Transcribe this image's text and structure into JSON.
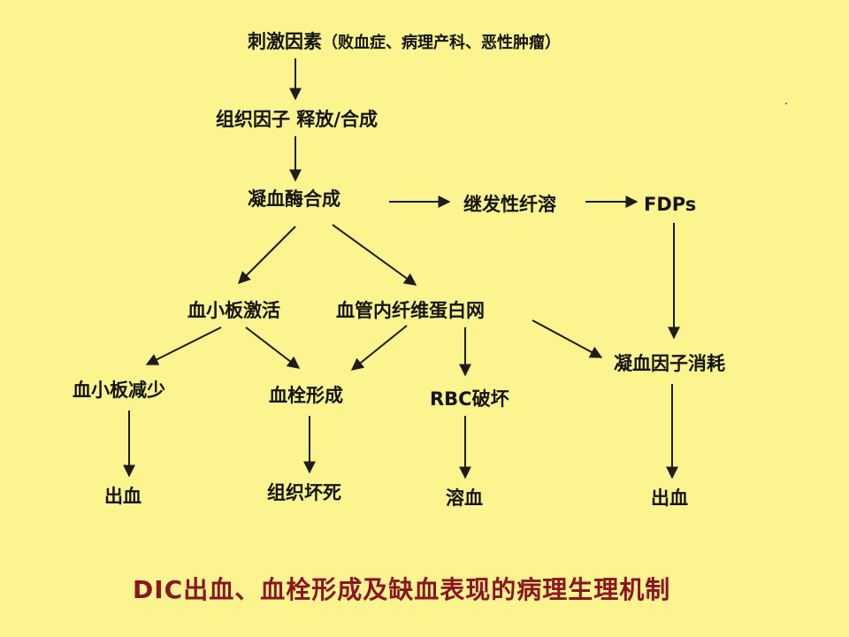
{
  "diagram": {
    "nodes": {
      "stimulus": "刺激因素",
      "stimulus_detail": "（败血症、病理产科、恶性肿瘤）",
      "tissue_factor": "组织因子 释放/合成",
      "thrombin": "凝血酶合成",
      "fibrinolysis": "继发性纤溶",
      "fdps": "FDPs",
      "platelet_activation": "血小板激活",
      "fibrin_network": "血管内纤维蛋白网",
      "factor_consumption": "凝血因子消耗",
      "thrombocytopenia": "血小板减少",
      "thrombosis": "血栓形成",
      "rbc_damage": "RBC破坏",
      "bleeding_left": "出血",
      "necrosis": "组织坏死",
      "hemolysis": "溶血",
      "bleeding_right": "出血"
    },
    "edges": [
      [
        "stimulus",
        "tissue_factor"
      ],
      [
        "tissue_factor",
        "thrombin"
      ],
      [
        "thrombin",
        "fibrinolysis"
      ],
      [
        "fibrinolysis",
        "fdps"
      ],
      [
        "fdps",
        "factor_consumption"
      ],
      [
        "thrombin",
        "platelet_activation"
      ],
      [
        "thrombin",
        "fibrin_network"
      ],
      [
        "platelet_activation",
        "thrombocytopenia"
      ],
      [
        "platelet_activation",
        "thrombosis"
      ],
      [
        "fibrin_network",
        "thrombosis"
      ],
      [
        "fibrin_network",
        "rbc_damage"
      ],
      [
        "fibrin_network",
        "factor_consumption"
      ],
      [
        "thrombocytopenia",
        "bleeding_left"
      ],
      [
        "thrombosis",
        "necrosis"
      ],
      [
        "rbc_damage",
        "hemolysis"
      ],
      [
        "factor_consumption",
        "bleeding_right"
      ]
    ]
  },
  "caption": "DIC出血、血栓形成及缺血表现的病理生理机制",
  "colors": {
    "background": "#fbf48f",
    "text": "#141414",
    "caption": "#8b1521"
  }
}
